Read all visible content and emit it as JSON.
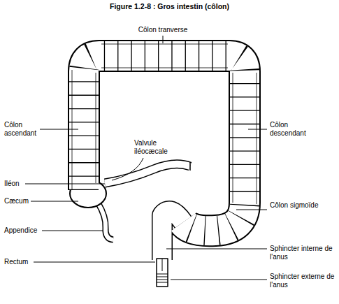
{
  "diagram": {
    "title": "Figure 1.2-8 : Gros intestin (côlon)",
    "labels": [
      "Côlon tranverse",
      "Côlon ascendant",
      "Valvule iléocæcale",
      "Iléon",
      "Cæcum",
      "Appendice",
      "Rectum",
      "Côlon descendant",
      "Côlon sigmoïde",
      "Sphincter interne de l'anus",
      "Sphincter externe de l'anus"
    ]
  }
}
